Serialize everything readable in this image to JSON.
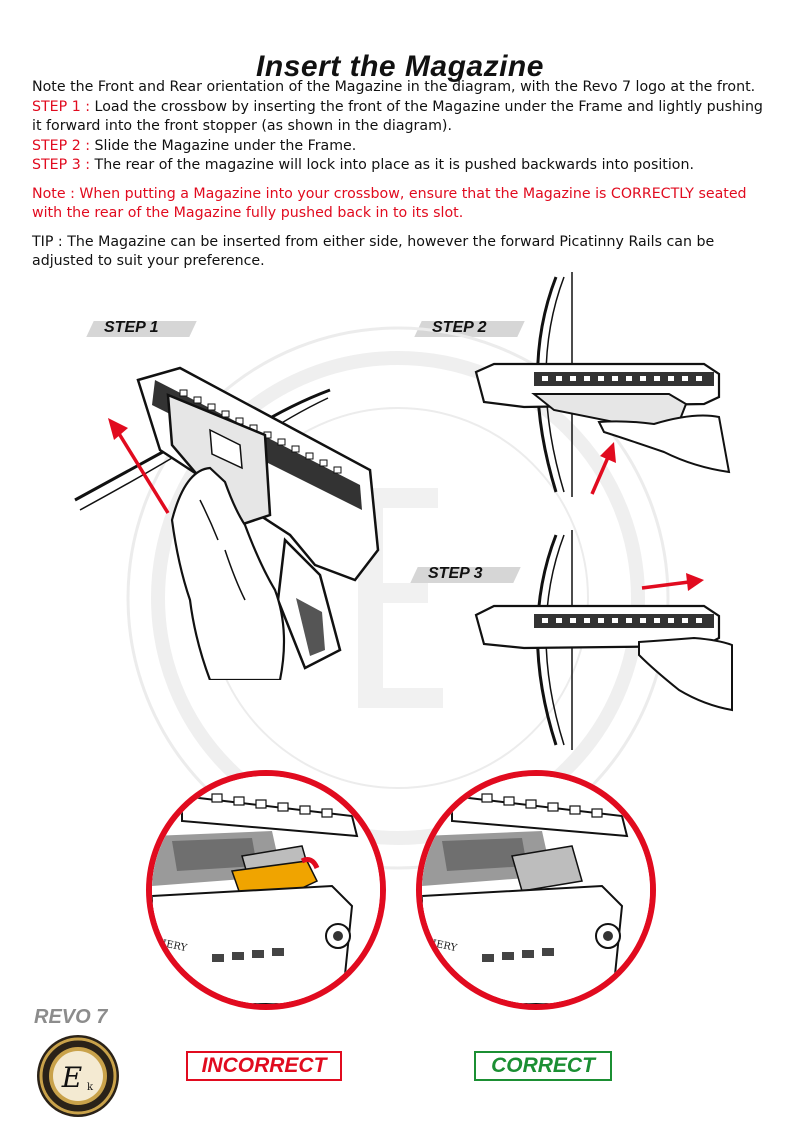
{
  "page": {
    "title": "Insert the Magazine"
  },
  "instructions": {
    "intro": "Note the Front and Rear orientation of the Magazine in the diagram, with the Revo 7 logo at the front.",
    "step1_label": "STEP 1 :",
    "step1_text": " Load the crossbow by inserting the front of the Magazine under the Frame and lightly pushing it forward into the front stopper (as shown in the diagram).",
    "step2_label": "STEP 2 :",
    "step2_text": " Slide the Magazine under the Frame.",
    "step3_label": "STEP 3 :",
    "step3_text": " The rear of the magazine will lock into place as it is pushed backwards into position.",
    "note": "Note : When putting a Magazine into your crossbow, ensure that the Magazine is CORRECTLY seated with the rear of the Magazine fully pushed back in to its slot.",
    "tip": "TIP : The Magazine can be inserted from either side, however the forward Picatinny Rails can be adjusted to suit your preference."
  },
  "diagram": {
    "step1": "STEP 1",
    "step2": "STEP 2",
    "step3": "STEP 3",
    "engraving": "RCHERY"
  },
  "comparison": {
    "incorrect": "INCORRECT",
    "correct": "CORRECT"
  },
  "brand": {
    "model": "REVO 7",
    "logo_mark": "E",
    "logo_sub": "k"
  },
  "colors": {
    "accent_red": "#e10b1f",
    "accent_green": "#1b8f33",
    "magazine_orange": "#f0a400"
  }
}
